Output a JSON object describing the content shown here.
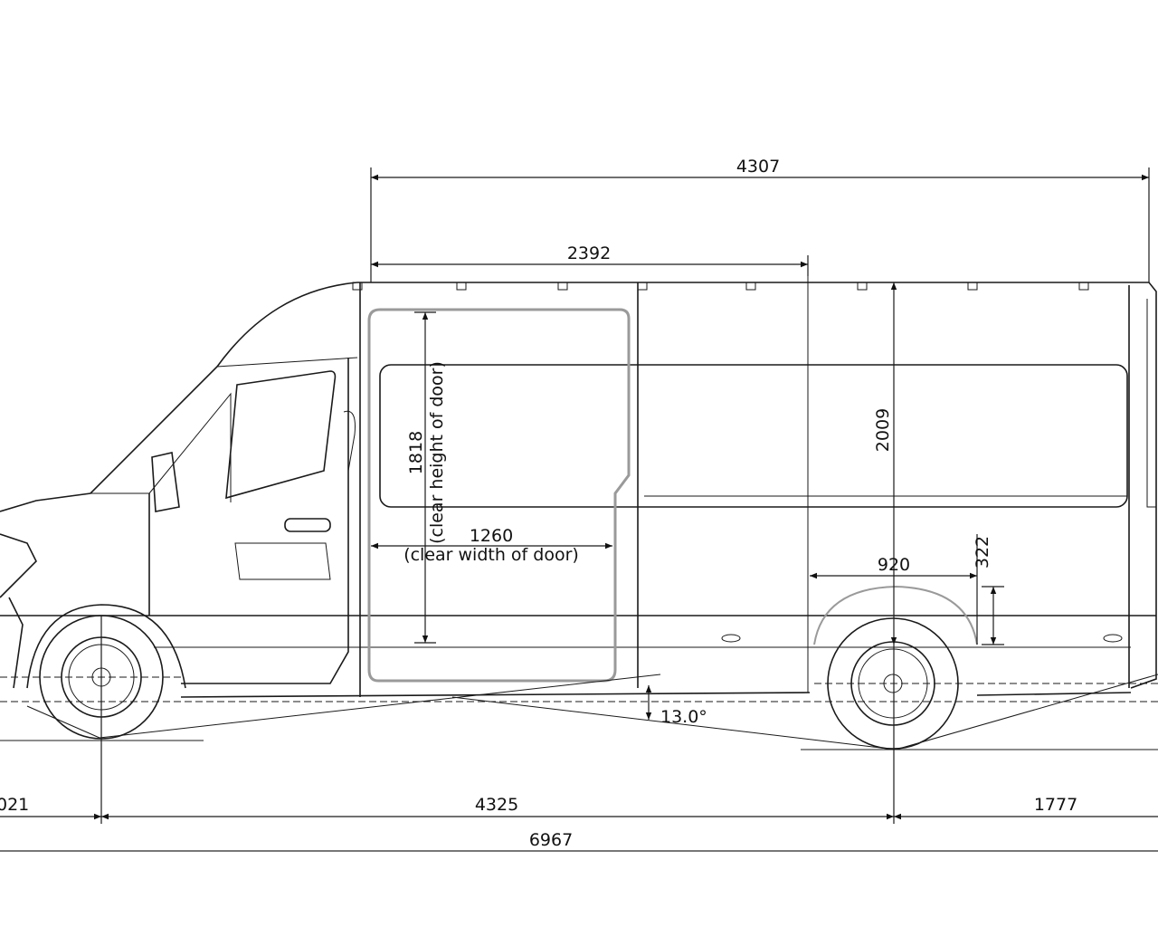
{
  "dimensions": {
    "load_length": "4307",
    "door_position": "2392",
    "interior_height": "2009",
    "door_height": "1818",
    "door_height_note": "(clear height of door)",
    "door_width": "1260",
    "door_width_note": "(clear width of door)",
    "wheel_arch_width": "920",
    "wheel_arch_height": "322",
    "front_overhang": "021",
    "wheelbase": "4325",
    "rear_overhang": "1777",
    "overall_length": "6967",
    "departure_angle": "13.0°"
  }
}
